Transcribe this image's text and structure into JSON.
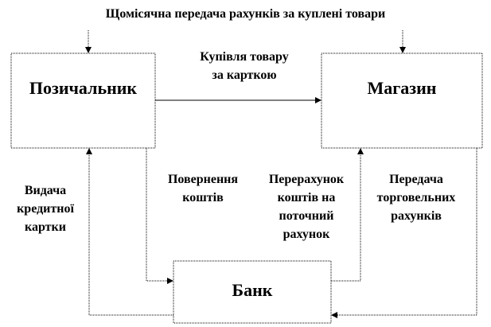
{
  "title": "Щомісячна передача рахунків за куплені товари",
  "nodes": {
    "borrower": "Позичальник",
    "shop": "Магазин",
    "bank": "Банк"
  },
  "edges": {
    "purchase": "Купівля товару\nза карткою",
    "card_issue": "Видача\nкредитної\nкартки",
    "repayment": "Повернення\nкоштів",
    "transfer": "Перерахунок\nкоштів на\nпоточний\nрахунок",
    "invoices": "Передача\nторговельних\nрахунків"
  }
}
